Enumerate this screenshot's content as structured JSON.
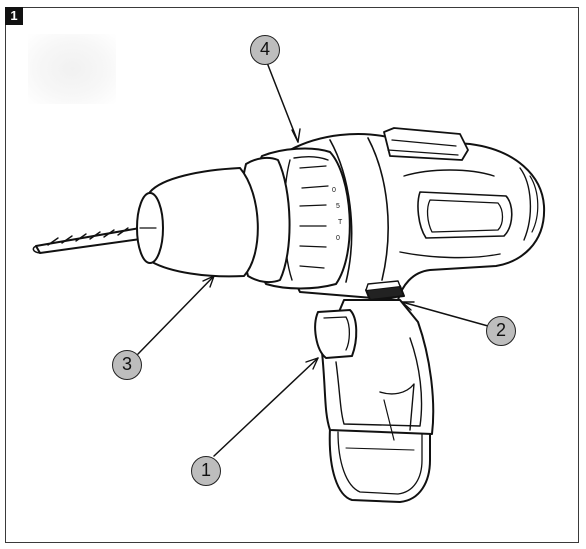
{
  "figure": {
    "number": "1"
  },
  "callouts": [
    {
      "id": "callout-1",
      "label": "1",
      "part": "trigger"
    },
    {
      "id": "callout-2",
      "label": "2",
      "part": "direction-switch"
    },
    {
      "id": "callout-3",
      "label": "3",
      "part": "chuck"
    },
    {
      "id": "callout-4",
      "label": "4",
      "part": "torque-ring"
    }
  ],
  "colors": {
    "line": "#111111",
    "callout_fill": "#bdbdbd",
    "badge": "#111111"
  }
}
